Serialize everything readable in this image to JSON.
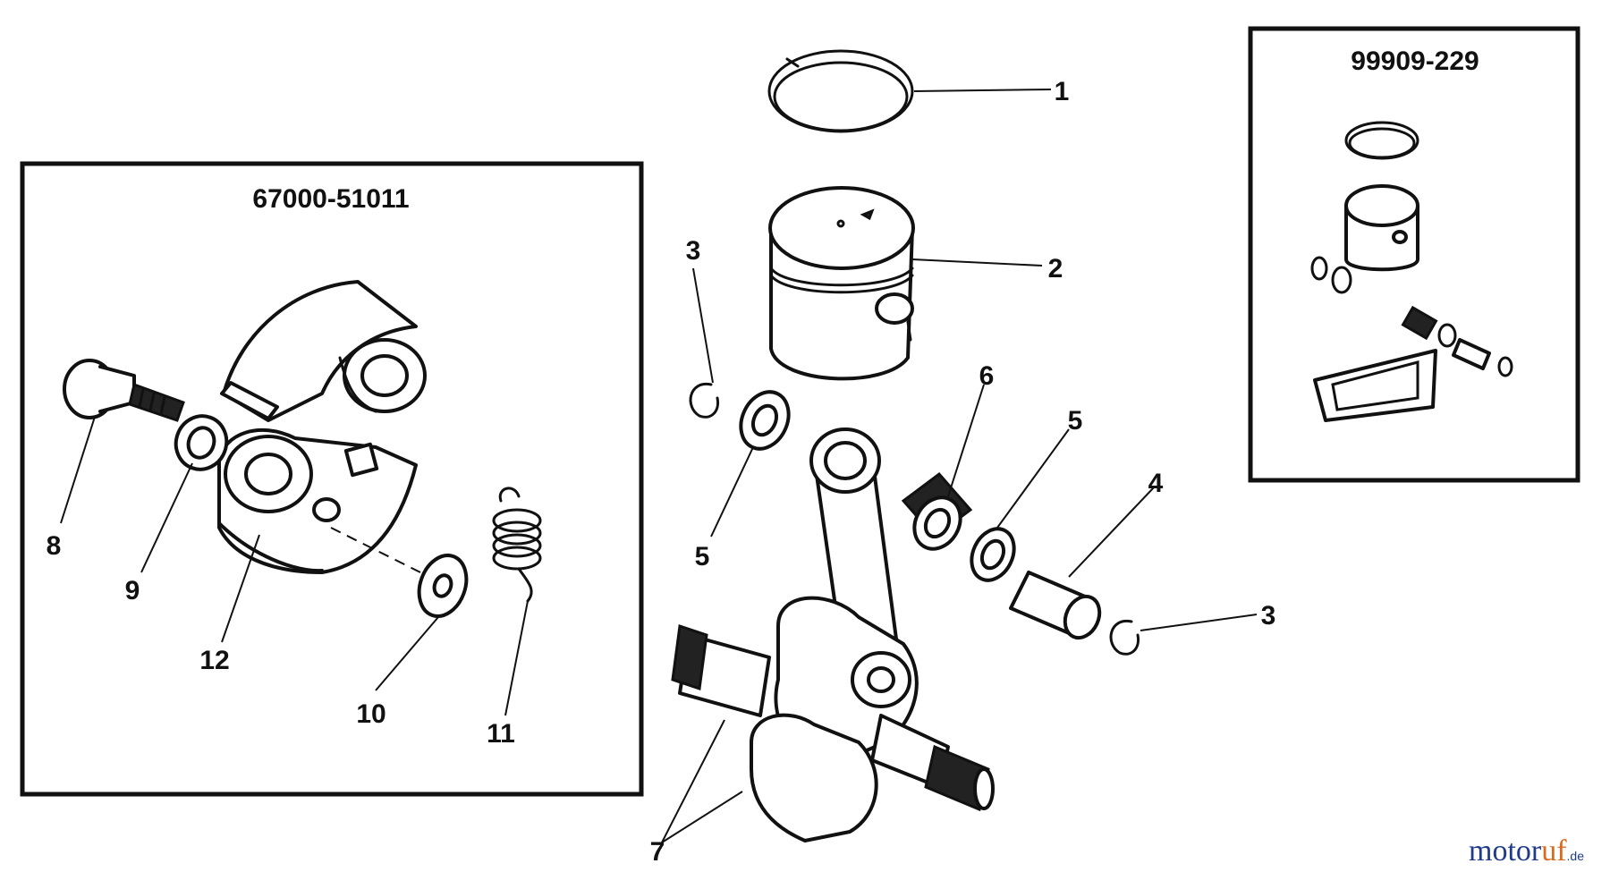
{
  "kits": {
    "clutch_kit_number": "67000-51011",
    "piston_kit_number": "99909-229"
  },
  "callouts": {
    "c1": "1",
    "c2": "2",
    "c3_left": "3",
    "c3_right": "3",
    "c4": "4",
    "c5_left": "5",
    "c5_right": "5",
    "c6": "6",
    "c7": "7",
    "c8": "8",
    "c9": "9",
    "c10": "10",
    "c11": "11",
    "c12": "12"
  },
  "watermark": {
    "part1": "motor",
    "part2": "uf",
    "part3": ".de"
  },
  "colors": {
    "line": "#111111",
    "watermark_blue": "#1f3b8a",
    "watermark_orange": "#d86a1e"
  }
}
